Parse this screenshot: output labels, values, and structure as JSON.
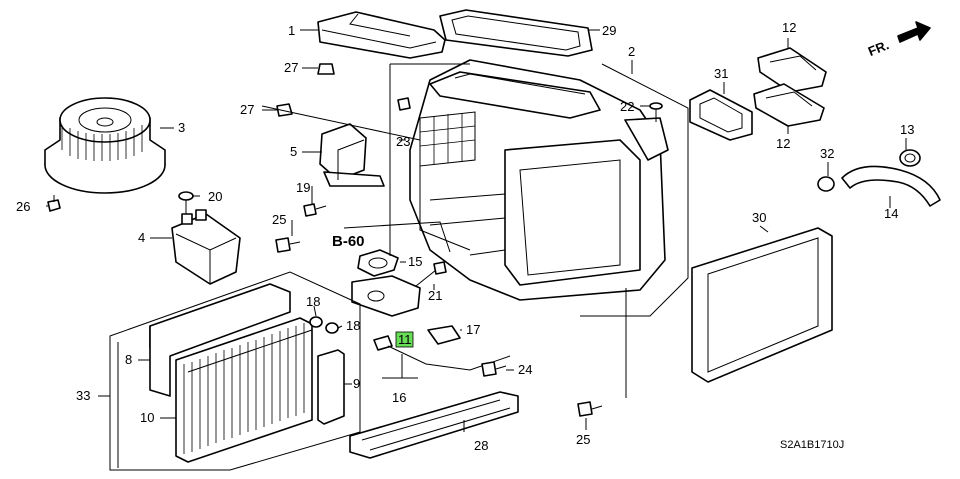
{
  "callouts": [
    {
      "id": "c1",
      "label": "1"
    },
    {
      "id": "c2",
      "label": "2"
    },
    {
      "id": "c3",
      "label": "3"
    },
    {
      "id": "c4",
      "label": "4"
    },
    {
      "id": "c5",
      "label": "5"
    },
    {
      "id": "c8",
      "label": "8"
    },
    {
      "id": "c9",
      "label": "9"
    },
    {
      "id": "c10",
      "label": "10"
    },
    {
      "id": "c11",
      "label": "11"
    },
    {
      "id": "c12a",
      "label": "12"
    },
    {
      "id": "c12b",
      "label": "12"
    },
    {
      "id": "c13",
      "label": "13"
    },
    {
      "id": "c14",
      "label": "14"
    },
    {
      "id": "c15",
      "label": "15"
    },
    {
      "id": "c16",
      "label": "16"
    },
    {
      "id": "c17",
      "label": "17"
    },
    {
      "id": "c18a",
      "label": "18"
    },
    {
      "id": "c18b",
      "label": "18"
    },
    {
      "id": "c19",
      "label": "19"
    },
    {
      "id": "c20",
      "label": "20"
    },
    {
      "id": "c21",
      "label": "21"
    },
    {
      "id": "c22",
      "label": "22"
    },
    {
      "id": "c23",
      "label": "23"
    },
    {
      "id": "c24",
      "label": "24"
    },
    {
      "id": "c25a",
      "label": "25"
    },
    {
      "id": "c25b",
      "label": "25"
    },
    {
      "id": "c26",
      "label": "26"
    },
    {
      "id": "c27a",
      "label": "27"
    },
    {
      "id": "c27b",
      "label": "27"
    },
    {
      "id": "c28",
      "label": "28"
    },
    {
      "id": "c29",
      "label": "29"
    },
    {
      "id": "c30",
      "label": "30"
    },
    {
      "id": "c31",
      "label": "31"
    },
    {
      "id": "c32",
      "label": "32"
    },
    {
      "id": "c33",
      "label": "33"
    }
  ],
  "reference_code": "B-60",
  "direction_label": "FR.",
  "diagram_code": "S2A1B1710J",
  "colors": {
    "ink": "#000000",
    "paper": "#ffffff",
    "highlight": "#66dd55"
  }
}
